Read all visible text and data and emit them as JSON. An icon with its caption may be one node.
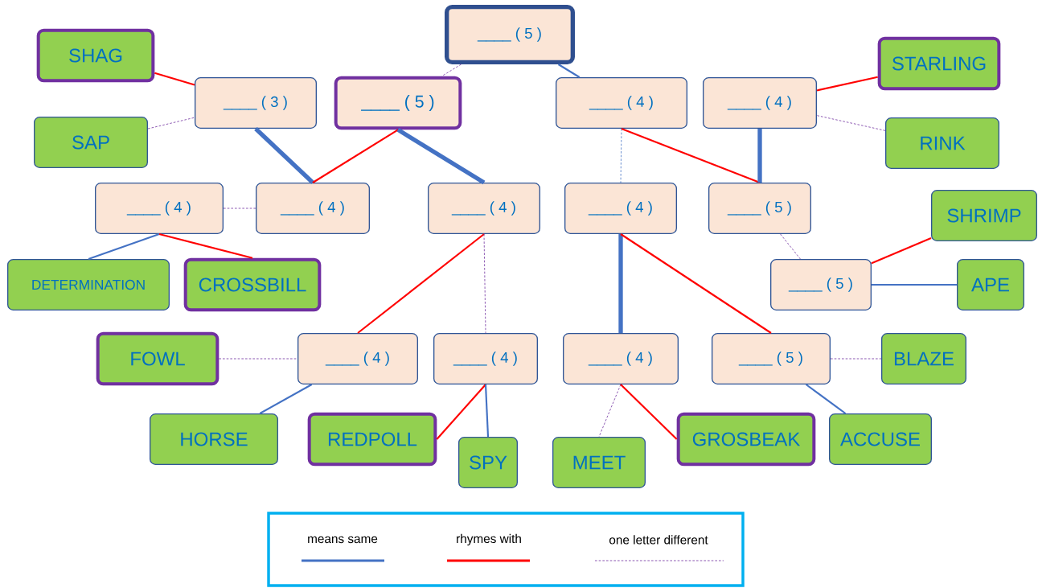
{
  "diagram": {
    "nodes": [
      {
        "text": [
          "____ ( 5 )"
        ]
      },
      {
        "text": [
          "SHAG"
        ]
      },
      {
        "text": [
          "STARLING"
        ]
      },
      {
        "text": [
          "____ ( 3 )"
        ]
      },
      {
        "text": [
          "____ ( 5 )"
        ]
      },
      {
        "text": [
          "____ ( 4 )"
        ]
      },
      {
        "text": [
          "____ ( 4 )"
        ]
      },
      {
        "text": [
          "SAP"
        ]
      },
      {
        "text": [
          "RINK"
        ]
      },
      {
        "text": [
          "____ ( 4 )"
        ]
      },
      {
        "text": [
          "____ ( 4 )"
        ]
      },
      {
        "text": [
          "____ ( 4 )"
        ]
      },
      {
        "text": [
          "____ ( 4 )"
        ]
      },
      {
        "text": [
          "____ ( 5 )"
        ]
      },
      {
        "text": [
          "SHRIMP"
        ]
      },
      {
        "text": [
          "DETERMINATION"
        ]
      },
      {
        "text": [
          "CROSSBILL"
        ]
      },
      {
        "text": [
          "____ ( 5 )"
        ]
      },
      {
        "text": [
          "APE"
        ]
      },
      {
        "text": [
          "FOWL"
        ]
      },
      {
        "text": [
          "____ ( 4 )"
        ]
      },
      {
        "text": [
          "____ ( 4 )"
        ]
      },
      {
        "text": [
          "____ ( 4 )"
        ]
      },
      {
        "text": [
          "____ ( 5 )"
        ]
      },
      {
        "text": [
          "BLAZE"
        ]
      },
      {
        "text": [
          "HORSE"
        ]
      },
      {
        "text": [
          "REDPOLL"
        ]
      },
      {
        "text": [
          "GROSBEAK"
        ]
      },
      {
        "text": [
          "ACCUSE"
        ]
      },
      {
        "text": [
          "SPY"
        ]
      },
      {
        "text": [
          "MEET"
        ]
      }
    ],
    "edges": [
      {
        "from": 0,
        "to": 4,
        "arrow": "none",
        "style": "dashed",
        "color": "#7030a0"
      },
      {
        "from": 0,
        "to": 5,
        "arrow": "none",
        "color": "#4472c4"
      },
      {
        "from": 1,
        "to": 3,
        "arrow": "none",
        "color": "#ff0000"
      },
      {
        "from": 7,
        "to": 3,
        "arrow": "none",
        "style": "dashed",
        "color": "#7030a0"
      },
      {
        "from": 3,
        "to": 10,
        "arrow": "none",
        "style": "thick",
        "color": "#4472c4"
      },
      {
        "from": 4,
        "to": 10,
        "arrow": "none",
        "color": "#ff0000"
      },
      {
        "from": 4,
        "to": 11,
        "arrow": "none",
        "style": "thick",
        "color": "#4472c4"
      },
      {
        "from": 9,
        "to": 10,
        "arrow": "none",
        "style": "dashed",
        "color": "#7030a0"
      },
      {
        "from": 9,
        "to": 15,
        "arrow": "none",
        "color": "#4472c4"
      },
      {
        "from": 9,
        "to": 16,
        "arrow": "none",
        "color": "#ff0000"
      },
      {
        "from": 5,
        "to": 12,
        "arrow": "none",
        "style": "dashed",
        "color": "#4472c4"
      },
      {
        "from": 5,
        "to": 13,
        "arrow": "none",
        "color": "#ff0000"
      },
      {
        "from": 6,
        "to": 13,
        "arrow": "none",
        "style": "thick",
        "color": "#4472c4"
      },
      {
        "from": 2,
        "to": 6,
        "arrow": "none",
        "color": "#ff0000"
      },
      {
        "from": 8,
        "to": 6,
        "arrow": "none",
        "style": "dashed",
        "color": "#7030a0"
      },
      {
        "from": 13,
        "to": 17,
        "arrow": "none",
        "style": "dashed",
        "color": "#7030a0"
      },
      {
        "from": 17,
        "to": 14,
        "arrow": "none",
        "color": "#ff0000"
      },
      {
        "from": 17,
        "to": 18,
        "arrow": "none",
        "color": "#4472c4"
      },
      {
        "from": 11,
        "to": 20,
        "arrow": "none",
        "color": "#ff0000"
      },
      {
        "from": 11,
        "to": 21,
        "arrow": "none",
        "style": "dashed",
        "color": "#7030a0"
      },
      {
        "from": 12,
        "to": 22,
        "arrow": "none",
        "style": "thick",
        "color": "#4472c4"
      },
      {
        "from": 12,
        "to": 23,
        "arrow": "none",
        "color": "#ff0000"
      },
      {
        "from": 19,
        "to": 20,
        "arrow": "none",
        "style": "dashed",
        "color": "#7030a0"
      },
      {
        "from": 20,
        "to": 25,
        "arrow": "none",
        "color": "#4472c4"
      },
      {
        "from": 21,
        "to": 26,
        "arrow": "none",
        "color": "#ff0000"
      },
      {
        "from": 21,
        "to": 29,
        "arrow": "none",
        "color": "#4472c4"
      },
      {
        "from": 22,
        "to": 30,
        "arrow": "none",
        "style": "dashed",
        "color": "#7030a0"
      },
      {
        "from": 22,
        "to": 27,
        "arrow": "none",
        "color": "#ff0000"
      },
      {
        "from": 23,
        "to": 24,
        "arrow": "none",
        "style": "dashed",
        "color": "#7030a0"
      },
      {
        "from": 23,
        "to": 28,
        "arrow": "none",
        "color": "#4472c4"
      }
    ],
    "legend": [
      {
        "text": "means same"
      },
      {
        "text": "rhymes with"
      },
      {
        "text": "one letter different"
      }
    ]
  }
}
